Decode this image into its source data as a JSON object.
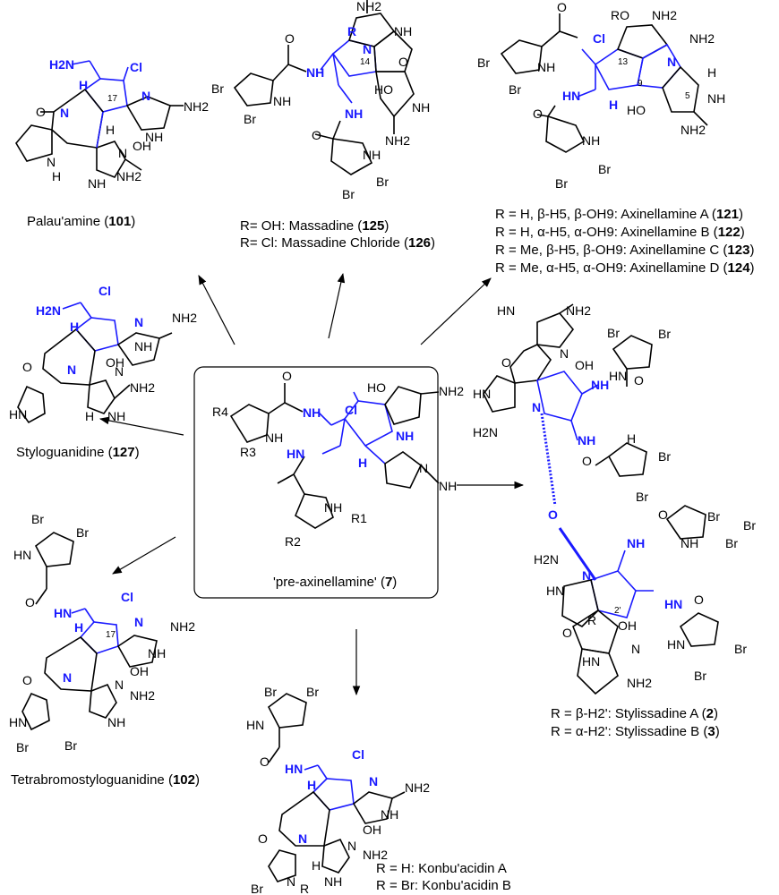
{
  "center_box": {
    "label": "'pre-axinellamine'",
    "number": "7",
    "atoms": {
      "r1": "R1",
      "r2": "R2",
      "r3": "R3",
      "r4": "R4",
      "cl": "Cl",
      "oh": "HO",
      "nh": "NH",
      "nh2": "NH2",
      "nh_im": "NH",
      "o": "O",
      "h": "H",
      "n": "N"
    }
  },
  "compounds": {
    "palau": {
      "name": "Palau'amine",
      "number": "101"
    },
    "massadine": {
      "line1_prefix": "R= OH: Massadine",
      "line1_num": "125",
      "line2_prefix": "R= Cl: Massadine Chloride",
      "line2_num": "126"
    },
    "axinellamine": {
      "lines": [
        {
          "text": "R = H, β-H5, β-OH9: Axinellamine A",
          "num": "121"
        },
        {
          "text": "R = H, α-H5, α-OH9: Axinellamine B",
          "num": "122"
        },
        {
          "text": "R = Me, β-H5, β-OH9: Axinellamine C",
          "num": "123"
        },
        {
          "text": "R = Me, α-H5, α-OH9: Axinellamine D",
          "num": "124"
        }
      ]
    },
    "styloguanidine": {
      "name": "Styloguanidine",
      "number": "127"
    },
    "tetrabromo": {
      "name": "Tetrabromostyloguanidine",
      "number": "102"
    },
    "konbu": {
      "line1": "R = H:  Konbu'acidin A",
      "line2": "R = Br: Konbu'acidin B"
    },
    "stylissadine": {
      "line1_prefix": "R = β-H2': Stylissadine A",
      "line1_num": "2",
      "line2_prefix": "R = α-H2': Stylissadine B",
      "line2_num": "3"
    }
  },
  "atom_labels": {
    "cl": "Cl",
    "nh2": "NH2",
    "h2n": "H2N",
    "nh": "NH",
    "hn": "HN",
    "n": "N",
    "o": "O",
    "oh": "OH",
    "ho": "HO",
    "h": "H",
    "br": "Br",
    "r": "R",
    "ro": "RO",
    "c17": "17",
    "c14": "14",
    "c13": "13",
    "c9": "9",
    "c5": "5",
    "c2p": "2'"
  }
}
